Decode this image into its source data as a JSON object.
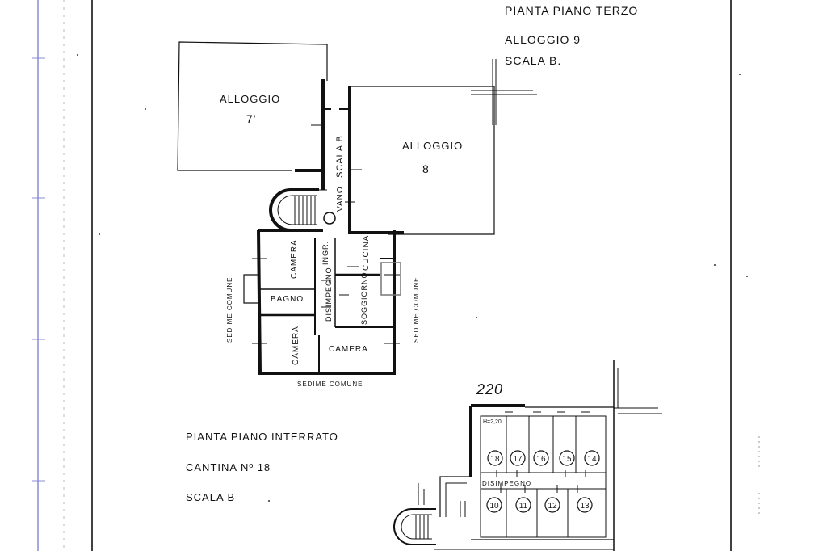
{
  "header": {
    "line1": "PIANTA PIANO TERZO",
    "line2": "ALLOGGIO 9",
    "line3": "SCALA B."
  },
  "upper_plan": {
    "unit_7_name": "ALLOGGIO",
    "unit_7_number": "7'",
    "unit_8_name": "ALLOGGIO",
    "unit_8_number": "8",
    "stair_label": "SCALA B",
    "landing_label": "VANO",
    "rooms": {
      "camera_top": "CAMERA",
      "ingr": "INGR.",
      "cucina": "CUCINA",
      "disimpegno": "DISIMPEGNO",
      "bagno": "BAGNO",
      "soggiorno": "SOGGIORNO",
      "camera_bottom_left": "CAMERA",
      "camera_bottom_right": "CAMERA"
    },
    "sedime_left": "SEDIME COMUNE",
    "sedime_right": "SEDIME COMUNE",
    "sedime_bottom": "SEDIME COMUNE"
  },
  "basement_caption": {
    "line1": "PIANTA PIANO INTERRATO",
    "line2": "CANTINA Nº 18",
    "line3": "SCALA B"
  },
  "cellar_plan": {
    "page_number": "220",
    "height_note": "H=2,20",
    "disimpegno": "DISIMPEGNO",
    "top_row": [
      "18",
      "17",
      "16",
      "15",
      "14"
    ],
    "bottom_row": [
      "10",
      "11",
      "12",
      "13"
    ]
  }
}
